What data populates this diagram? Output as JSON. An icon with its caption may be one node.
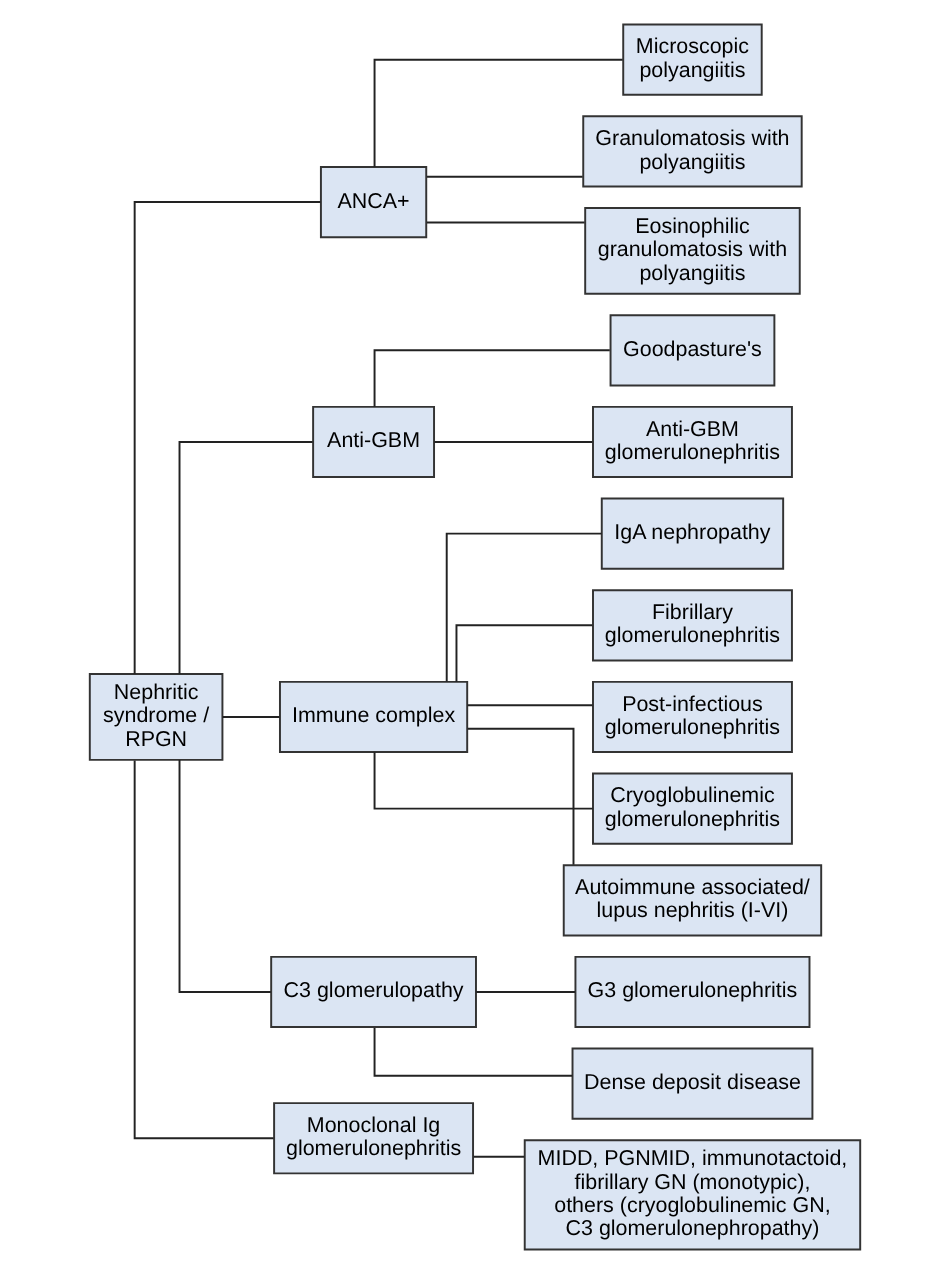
{
  "diagram": {
    "nodes": [
      {
        "text": [
          "Nephritic syndrome / RPGN"
        ]
      },
      {
        "text": [
          "ANCA+"
        ]
      },
      {
        "text": [
          "Microscopic polyangiitis"
        ]
      },
      {
        "text": [
          "Granulomatosis with polyangiitis"
        ]
      },
      {
        "text": [
          "Eosinophilic granulomatosis with polyangiitis"
        ]
      },
      {
        "text": [
          "Anti-GBM"
        ]
      },
      {
        "text": [
          "Goodpasture's"
        ]
      },
      {
        "text": [
          "Anti-GBM glomerulonephritis"
        ]
      },
      {
        "text": [
          "Immune complex"
        ]
      },
      {
        "text": [
          "IgA nephropathy"
        ]
      },
      {
        "text": [
          "Fibrillary glomerulonephritis"
        ]
      },
      {
        "text": [
          "Post-infectious glomerulonephritis"
        ]
      },
      {
        "text": [
          "Cryoglobulinemic glomerulonephritis"
        ]
      },
      {
        "text": [
          "Autoimmune associated/ lupus nephritis (I-VI)"
        ]
      },
      {
        "text": [
          "C3 glomerulopathy"
        ]
      },
      {
        "text": [
          "G3 glomerulonephritis"
        ]
      },
      {
        "text": [
          "Dense deposit disease"
        ]
      },
      {
        "text": [
          "Monoclonal Ig glomerulonephritis"
        ]
      },
      {
        "text": [
          "MIDD, PGNMID, immunotactoid, fibrillary GN (monotypic), others (cryoglobulinemic GN, C3 glomerulonephropathy)"
        ]
      }
    ],
    "edges": [
      {
        "from": 0,
        "to": 1,
        "arrow": "none"
      },
      {
        "from": 1,
        "to": 2,
        "arrow": "none"
      },
      {
        "from": 1,
        "to": 3,
        "arrow": "none"
      },
      {
        "from": 1,
        "to": 4,
        "arrow": "none"
      },
      {
        "from": 0,
        "to": 5,
        "arrow": "none"
      },
      {
        "from": 5,
        "to": 6,
        "arrow": "none"
      },
      {
        "from": 5,
        "to": 7,
        "arrow": "none"
      },
      {
        "from": 0,
        "to": 8,
        "arrow": "none"
      },
      {
        "from": 8,
        "to": 9,
        "arrow": "none"
      },
      {
        "from": 8,
        "to": 10,
        "arrow": "none"
      },
      {
        "from": 8,
        "to": 11,
        "arrow": "none"
      },
      {
        "from": 8,
        "to": 12,
        "arrow": "none"
      },
      {
        "from": 8,
        "to": 13,
        "arrow": "none"
      },
      {
        "from": 0,
        "to": 14,
        "arrow": "none"
      },
      {
        "from": 14,
        "to": 15,
        "arrow": "none"
      },
      {
        "from": 14,
        "to": 16,
        "arrow": "none"
      },
      {
        "from": 0,
        "to": 17,
        "arrow": "none"
      },
      {
        "from": 17,
        "to": 18,
        "arrow": "none"
      }
    ]
  }
}
